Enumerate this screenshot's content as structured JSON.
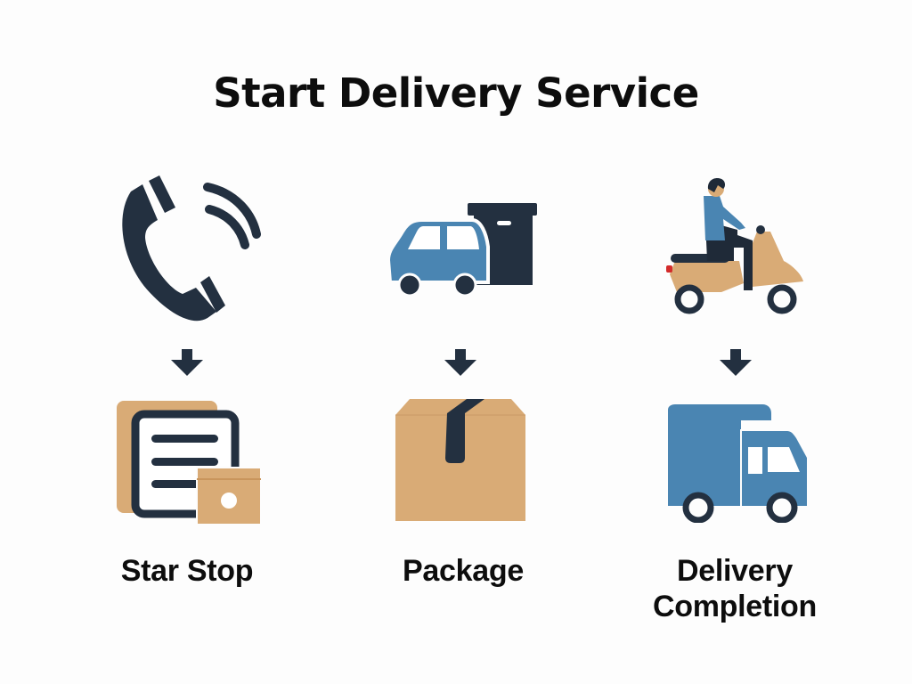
{
  "title": "Start Delivery Service",
  "colors": {
    "dark": "#233040",
    "blue": "#4a85b2",
    "tan": "#d9ab76",
    "background": "#fdfdfd"
  },
  "columns": [
    {
      "top_icon": "phone-ringing-icon",
      "arrow": "down-arrow-icon",
      "bottom_icon": "document-with-package-icon",
      "label": "Star Stop"
    },
    {
      "top_icon": "car-with-box-icon",
      "arrow": "down-arrow-icon",
      "bottom_icon": "cardboard-box-icon",
      "label": "Package"
    },
    {
      "top_icon": "scooter-rider-icon",
      "arrow": "down-arrow-icon",
      "bottom_icon": "delivery-truck-icon",
      "label_line1": "Delivery",
      "label_line2": "Completion"
    }
  ]
}
